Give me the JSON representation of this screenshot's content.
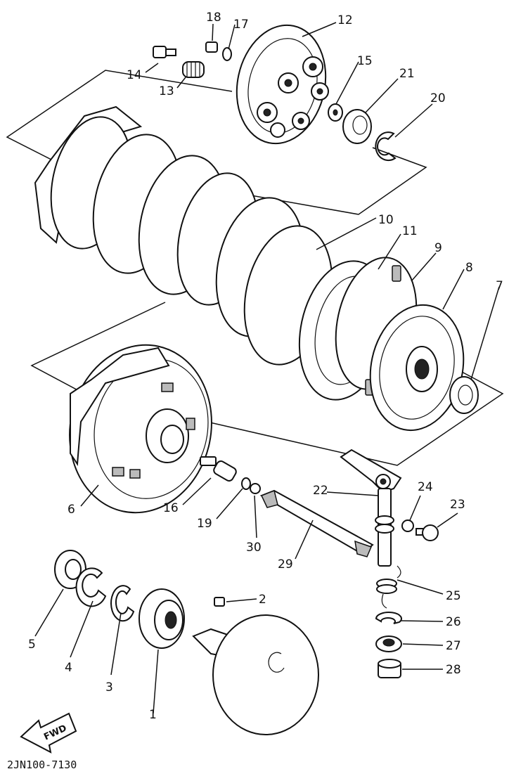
{
  "diagram": {
    "document_code": "2JN100-7130",
    "fwd_label": "FWD",
    "parts": [
      {
        "number": "1"
      },
      {
        "number": "2"
      },
      {
        "number": "3"
      },
      {
        "number": "4"
      },
      {
        "number": "5"
      },
      {
        "number": "6"
      },
      {
        "number": "7"
      },
      {
        "number": "8"
      },
      {
        "number": "9"
      },
      {
        "number": "10"
      },
      {
        "number": "11"
      },
      {
        "number": "12"
      },
      {
        "number": "13"
      },
      {
        "number": "14"
      },
      {
        "number": "15"
      },
      {
        "number": "16"
      },
      {
        "number": "17"
      },
      {
        "number": "18"
      },
      {
        "number": "19"
      },
      {
        "number": "20"
      },
      {
        "number": "21"
      },
      {
        "number": "22"
      },
      {
        "number": "23"
      },
      {
        "number": "24"
      },
      {
        "number": "25"
      },
      {
        "number": "26"
      },
      {
        "number": "27"
      },
      {
        "number": "28"
      },
      {
        "number": "29"
      },
      {
        "number": "30"
      }
    ]
  }
}
